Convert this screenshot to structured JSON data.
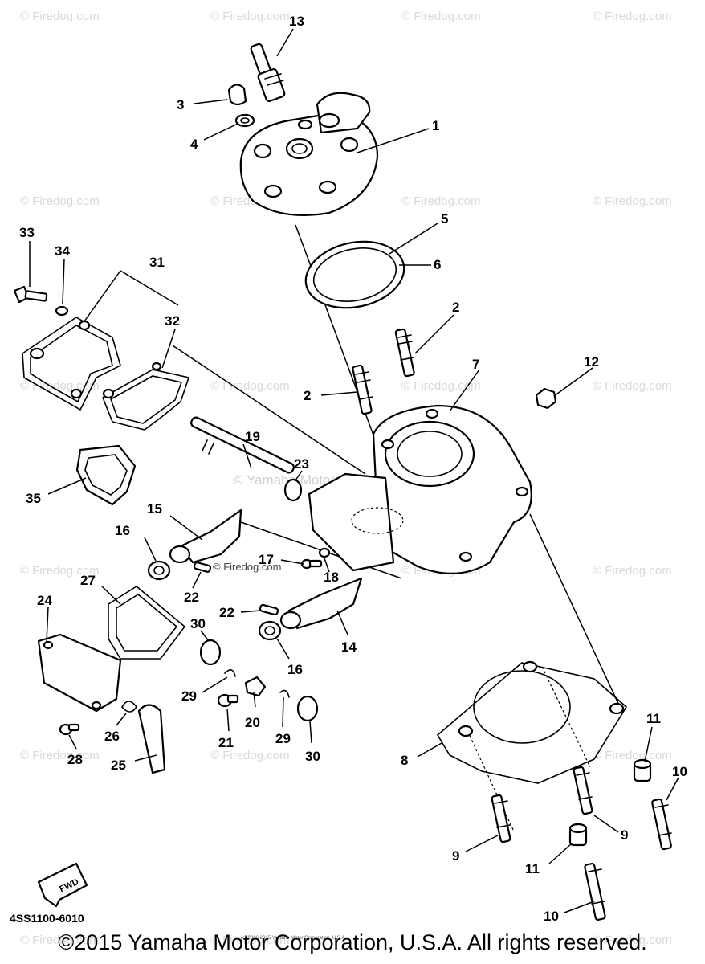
{
  "watermark": "© Firedog.com",
  "center_watermark": "© Yamaha Motor Corp., U.S.A.",
  "inline_watermark": "© Firedog.com",
  "callouts": [
    {
      "n": "13"
    },
    {
      "n": "3"
    },
    {
      "n": "4"
    },
    {
      "n": "1"
    },
    {
      "n": "5"
    },
    {
      "n": "6"
    },
    {
      "n": "33"
    },
    {
      "n": "34"
    },
    {
      "n": "31"
    },
    {
      "n": "32"
    },
    {
      "n": "2"
    },
    {
      "n": "2"
    },
    {
      "n": "7"
    },
    {
      "n": "12"
    },
    {
      "n": "19"
    },
    {
      "n": "23"
    },
    {
      "n": "35"
    },
    {
      "n": "15"
    },
    {
      "n": "16"
    },
    {
      "n": "17"
    },
    {
      "n": "18"
    },
    {
      "n": "22"
    },
    {
      "n": "27"
    },
    {
      "n": "24"
    },
    {
      "n": "30"
    },
    {
      "n": "22"
    },
    {
      "n": "14"
    },
    {
      "n": "16"
    },
    {
      "n": "29"
    },
    {
      "n": "20"
    },
    {
      "n": "21"
    },
    {
      "n": "29"
    },
    {
      "n": "30"
    },
    {
      "n": "26"
    },
    {
      "n": "28"
    },
    {
      "n": "25"
    },
    {
      "n": "8"
    },
    {
      "n": "11"
    },
    {
      "n": "10"
    },
    {
      "n": "9"
    },
    {
      "n": "9"
    },
    {
      "n": "11"
    },
    {
      "n": "10"
    }
  ],
  "fwd_label": "FWD",
  "catalog_number": "4SS1100-6010",
  "small_print": "(c) 2006 2015 Yamaha Motor Corporation, U.S.A.",
  "copyright": "©2015 Yamaha Motor Corporation, U.S.A. All rights reserved."
}
